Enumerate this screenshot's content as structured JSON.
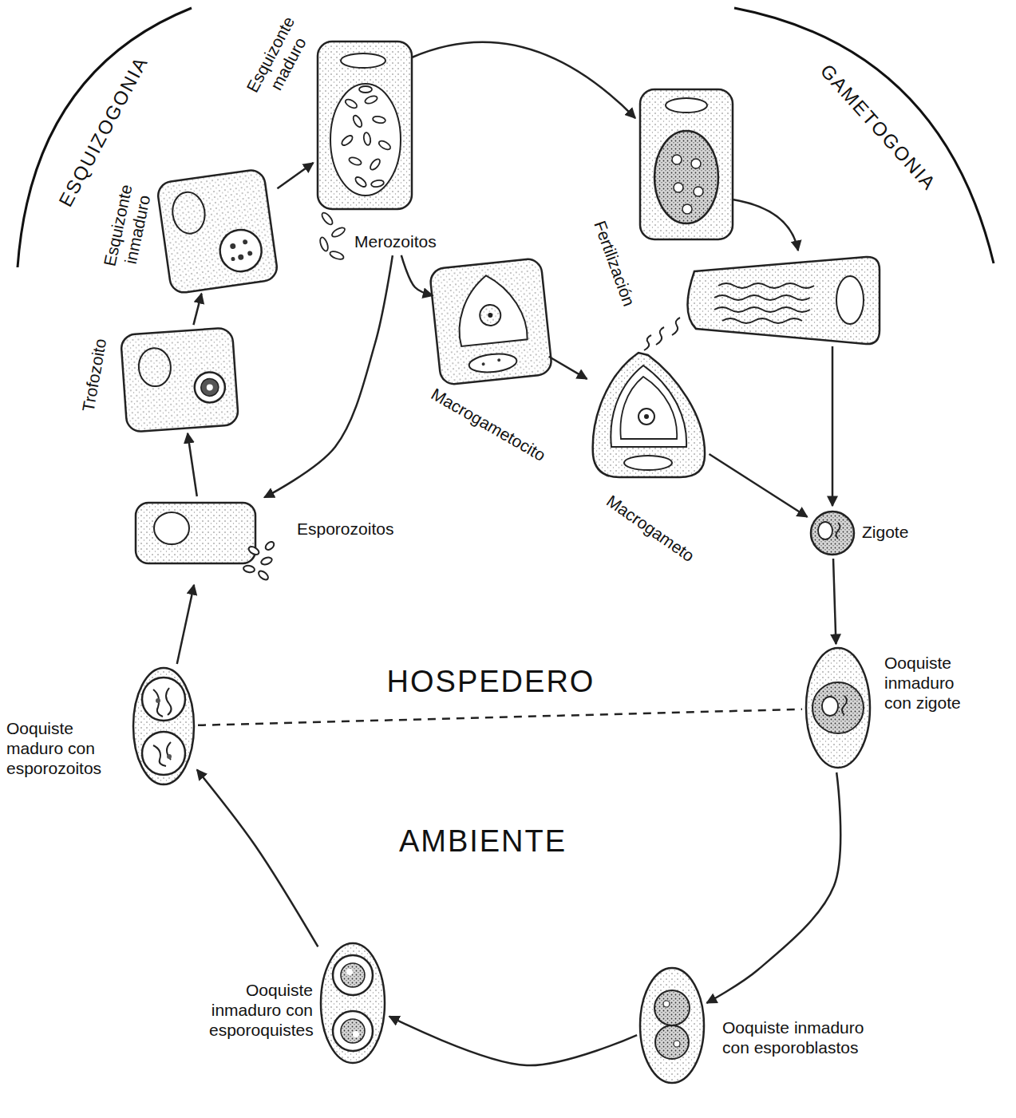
{
  "diagram": {
    "nodes": [
      {
        "text": [
          "Esporozoitos"
        ]
      },
      {
        "text": [
          "Trofozoito"
        ]
      },
      {
        "text": [
          "Esquizonte inmaduro"
        ]
      },
      {
        "text": [
          "Esquizonte maduro"
        ]
      },
      {
        "text": [
          "Merozoitos"
        ]
      },
      {
        "text": [
          "Macrogametocito"
        ]
      },
      {
        "text": [
          "Macrogameto"
        ]
      },
      {
        "text": [
          "Zigote"
        ]
      },
      {
        "text": [
          "Ooquiste inmaduro con zigote"
        ]
      },
      {
        "text": [
          "Ooquiste inmaduro con esporoblastos"
        ]
      },
      {
        "text": [
          "Ooquiste inmaduro con esporoquistes"
        ]
      },
      {
        "text": [
          "Ooquiste maduro con esporozoitos"
        ]
      }
    ],
    "edges": [
      {
        "from": 11,
        "to": 0,
        "arrow": "to"
      },
      {
        "from": 0,
        "to": 1,
        "arrow": "to"
      },
      {
        "from": 1,
        "to": 2,
        "arrow": "to"
      },
      {
        "from": 2,
        "to": 3,
        "arrow": "to"
      },
      {
        "from": 4,
        "to": 5,
        "arrow": "to"
      },
      {
        "from": 4,
        "to": 0,
        "arrow": "to"
      },
      {
        "from": 5,
        "to": 6,
        "arrow": "to"
      },
      {
        "from": 6,
        "to": 7,
        "arrow": "to"
      },
      {
        "from": 7,
        "to": 8,
        "arrow": "to"
      },
      {
        "from": 8,
        "to": 9,
        "arrow": "to"
      },
      {
        "from": 9,
        "to": 10,
        "arrow": "to"
      },
      {
        "from": 10,
        "to": 11,
        "arrow": "to"
      },
      {
        "from": 11,
        "to": 8,
        "arrow": "none"
      }
    ],
    "labels": [
      "ESQUIZOGONIA",
      "GAMETOGONIA",
      "HOSPEDERO",
      "AMBIENTE",
      "Fertilización"
    ]
  }
}
